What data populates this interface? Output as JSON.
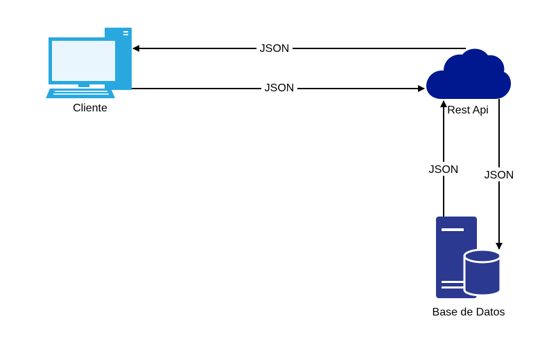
{
  "nodes": {
    "client": {
      "label": "Cliente",
      "icon": "desktop-computer-icon",
      "color": "#29A8E0"
    },
    "api": {
      "label": "Rest Api",
      "icon": "cloud-icon",
      "color": "#00188F"
    },
    "db": {
      "label": "Base de Datos",
      "icon": "database-server-icon",
      "color": "#2B3990"
    }
  },
  "edges": {
    "api_to_client": {
      "label": "JSON"
    },
    "client_to_api": {
      "label": "JSON"
    },
    "db_to_api": {
      "label": "JSON"
    },
    "api_to_db": {
      "label": "JSON"
    }
  },
  "colors": {
    "line": "#000000",
    "background": "#FFFFFF"
  }
}
